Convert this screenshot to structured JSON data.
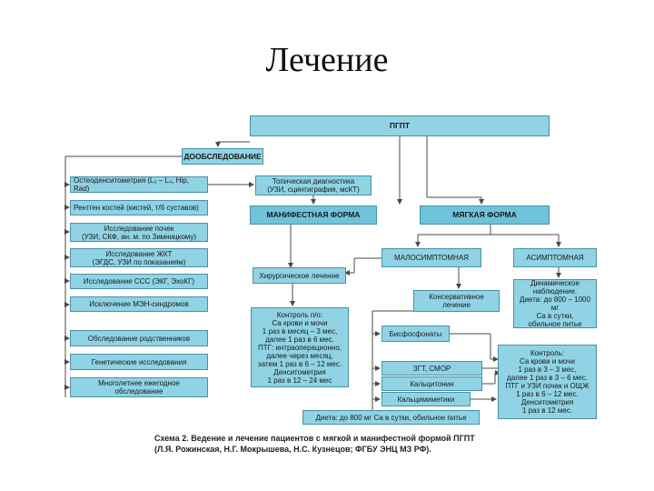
{
  "title": "Лечение",
  "diagram": {
    "pgpt": "ПГПТ",
    "doobsledovanie": "ДООБСЛЕДОВАНИЕ",
    "osteodensitometry": "Остеоденситометрия (L₂ – L₄, Hip, Rad)",
    "xray": "Рентген костей (кистей, т/б суставов)",
    "kidney": "Исследование почек\n(УЗИ, СКФ, ан. м. по Зимницкому)",
    "gi": "Исследование ЖКТ\n(ЭГДС, УЗИ по показаниям)",
    "cvs": "Исследование ССС (ЭКГ, ЭхоКГ)",
    "men": "Исключение МЭН-синдромов",
    "relatives": "Обследование родственников",
    "genetic": "Генетические исследования",
    "multiyear": "Многолетнее ежегодное\nобследование",
    "topical": "Топическая диагностика\n(УЗИ, сцинтиграфия, мсКТ)",
    "manifest": "МАНИФЕСТНАЯ ФОРМА",
    "mild": "МЯГКАЯ ФОРМА",
    "low_symptom": "МАЛОСИМПТОМНАЯ",
    "asymptomatic": "АСИМПТОМНАЯ",
    "surgery": "Хирургическое лечение",
    "conservative": "Консервативное\nлечение",
    "dynamic": "Динамическое\nнаблюдение.\nДиета: до 800 – 1000 мг\nCa в сутки,\nобильное питье",
    "control_surgery": "Контроль п/о:\nCa крови и мочи\n1 раз в месяц – 3 мес,\nдалее 1 раз в 6 мес.\nПТГ: интраоперационно,\nдалее через месяц,\nзатем 1 раз в 6 – 12 мес.\nДенситометрия\n1 раз в 12 – 24 мес",
    "bisphosphonates": "Бисфосфонаты",
    "hrt": "ЗГТ, СМОР",
    "calcitonin": "Кальцитонин",
    "calcimimetics": "Кальцимиметики",
    "control_right": "Контроль:\nCa крови и мочи\n1 раз в 3 – 3 мес,\nдалее 1 раз в 3 – 6 мес.\nПТГ и УЗИ почек и ОЩЖ\n1 раз в 6 – 12 мес.\nДенситометрия\n1 раз в 12 мес.",
    "diet": "Диета: до 800 мг Ca в сутки, обильное питье"
  },
  "caption": {
    "line1": "Схема 2. Ведение и лечение пациентов с мягкой и манифестной формой ПГПТ",
    "line2": "(Л.Я. Рожинская, Н.Г. Мокрышева, Н.С. Кузнецов; ФГБУ ЭНЦ МЗ РФ)."
  },
  "colors": {
    "box_fill": "#8fd3e4",
    "box_border": "#4a90a8",
    "arrow": "#4a4a4a"
  }
}
